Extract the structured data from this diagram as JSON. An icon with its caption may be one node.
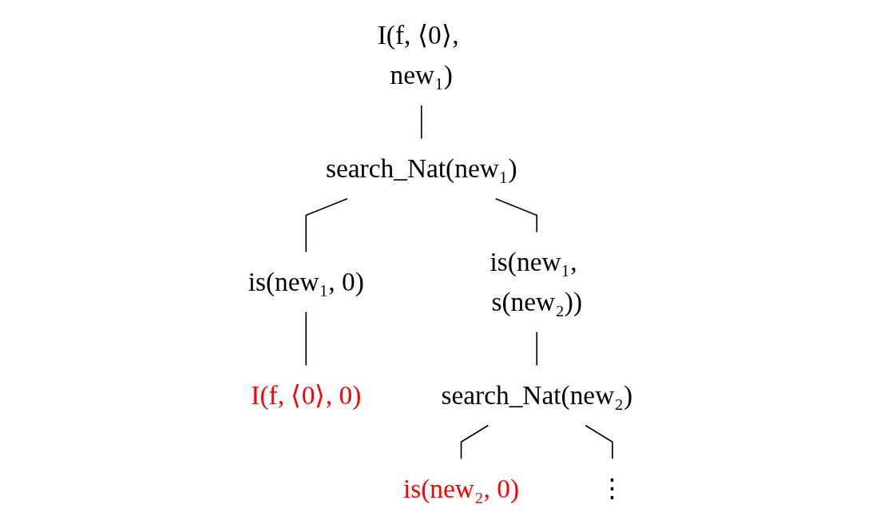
{
  "diagram": {
    "nodes": [
      {
        "text": [
          "I(f, ⟨0⟩, new₁)"
        ]
      },
      {
        "text": [
          "search_Nat(new₁)"
        ]
      },
      {
        "text": [
          "is(new₁, 0)"
        ]
      },
      {
        "text": [
          "is(new₁, s(new₂))"
        ]
      },
      {
        "text": [
          "I(f, ⟨0⟩, 0)"
        ]
      },
      {
        "text": [
          "search_Nat(new₂)"
        ]
      },
      {
        "text": [
          "is(new₂, 0)"
        ]
      },
      {
        "text": [
          "⋮"
        ]
      }
    ],
    "edges": [
      {
        "from": 0,
        "to": 1,
        "arrow": "none"
      },
      {
        "from": 1,
        "to": 2,
        "arrow": "none"
      },
      {
        "from": 1,
        "to": 3,
        "arrow": "none"
      },
      {
        "from": 2,
        "to": 4,
        "arrow": "none"
      },
      {
        "from": 3,
        "to": 5,
        "arrow": "none"
      },
      {
        "from": 5,
        "to": 6,
        "arrow": "none"
      },
      {
        "from": 5,
        "to": 7,
        "arrow": "none"
      }
    ]
  }
}
